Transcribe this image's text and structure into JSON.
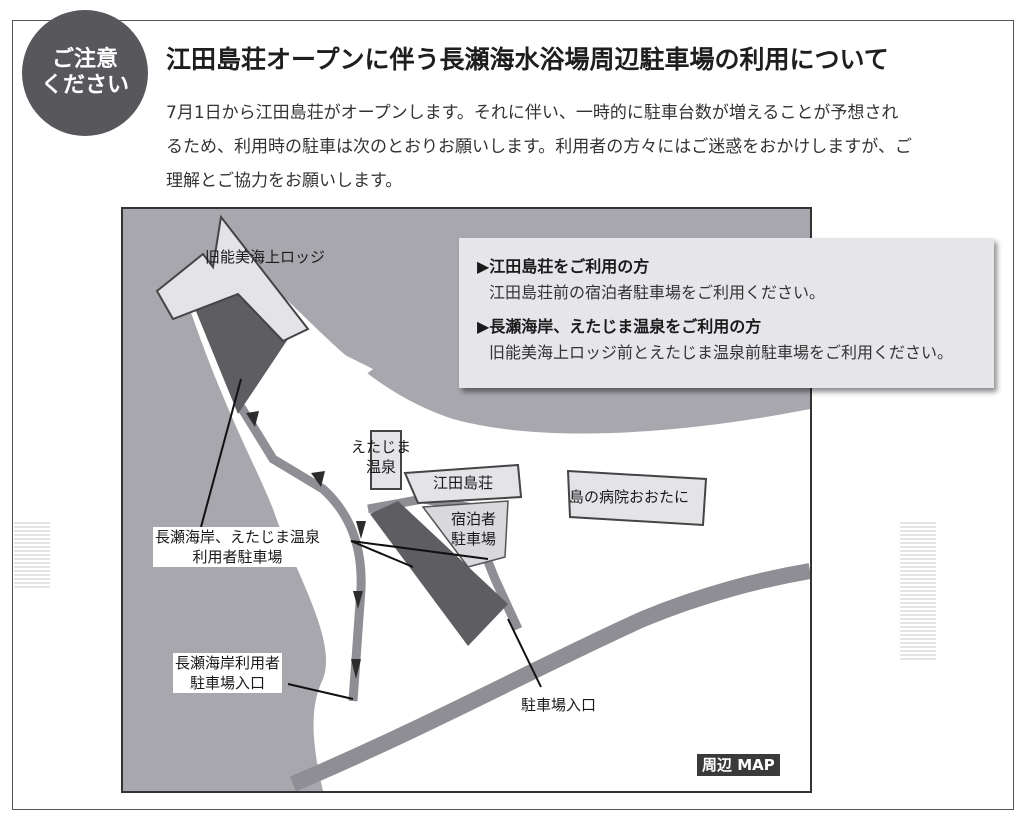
{
  "badge": {
    "line1": "ご注意",
    "line2": "ください"
  },
  "headline": "江田島荘オープンに伴う長瀬海水浴場周辺駐車場の利用について",
  "intro": [
    "7月1日から江田島荘がオープンします。それに伴い、一時的に駐車台数が増えることが予想され",
    "るため、利用時の駐車は次のとおりお願いします。利用者の方々にはご迷惑をおかけしますが、ご",
    "理解とご協力をお願いします。"
  ],
  "info": [
    {
      "heading": "▶江田島荘をご利用の方",
      "body": "江田島荘前の宿泊者駐車場をご利用ください。"
    },
    {
      "heading": "▶長瀬海岸、えたじま温泉をご利用の方",
      "body": "旧能美海上ロッジ前とえたじま温泉前駐車場をご利用ください。"
    }
  ],
  "map": {
    "labels": {
      "lodge": "旧能美海上ロッジ",
      "onsen_line1": "えたじま",
      "onsen_line2": "温泉",
      "edajimaso": "江田島荘",
      "guest_parking_line1": "宿泊者",
      "guest_parking_line2": "駐車場",
      "hospital": "島の病院おおたに",
      "beach_parking_line1": "長瀬海岸、えたじま温泉",
      "beach_parking_line2": "利用者駐車場",
      "beach_entrance_line1": "長瀬海岸利用者",
      "beach_entrance_line2": "駐車場入口",
      "parking_entrance": "駐車場入口"
    },
    "tag": "周辺 MAP",
    "colors": {
      "sea": "#a8a7ad",
      "land": "#ffffff",
      "parking": "#5e5e62",
      "road": "#8f8e94",
      "building": "#e4e4e8"
    }
  }
}
